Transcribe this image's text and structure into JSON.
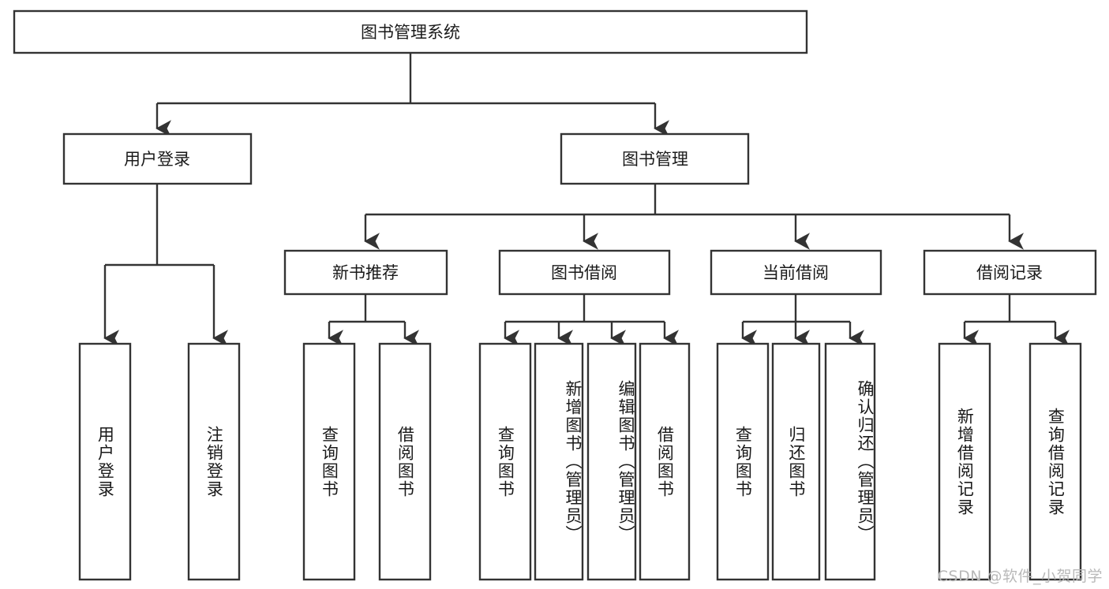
{
  "diagram": {
    "type": "tree-hierarchy",
    "title": "图书管理系统",
    "background_color": "#ffffff",
    "line_color": "#333333",
    "text_color": "#1a1a1a"
  },
  "root": {
    "label": "图书管理系统"
  },
  "level2": [
    {
      "label": "用户登录"
    },
    {
      "label": "图书管理"
    }
  ],
  "level3": [
    {
      "label": "新书推荐"
    },
    {
      "label": "图书借阅"
    },
    {
      "label": "当前借阅"
    },
    {
      "label": "借阅记录"
    }
  ],
  "leaves": {
    "user_login": [
      {
        "label": "用户登录"
      },
      {
        "label": "注销登录"
      }
    ],
    "new_book_recommend": [
      {
        "label": "查询图书"
      },
      {
        "label": "借阅图书"
      }
    ],
    "book_borrow": [
      {
        "label": "查询图书"
      },
      {
        "label": "新增图书（管理员）"
      },
      {
        "label": "编辑图书（管理员）"
      },
      {
        "label": "借阅图书"
      }
    ],
    "current_borrow": [
      {
        "label": "查询图书"
      },
      {
        "label": "归还图书"
      },
      {
        "label": "确认归还（管理员）"
      }
    ],
    "borrow_record": [
      {
        "label": "新增借阅记录"
      },
      {
        "label": "查询借阅记录"
      }
    ]
  },
  "watermark": {
    "text": "CSDN @软件_小贺同学"
  }
}
